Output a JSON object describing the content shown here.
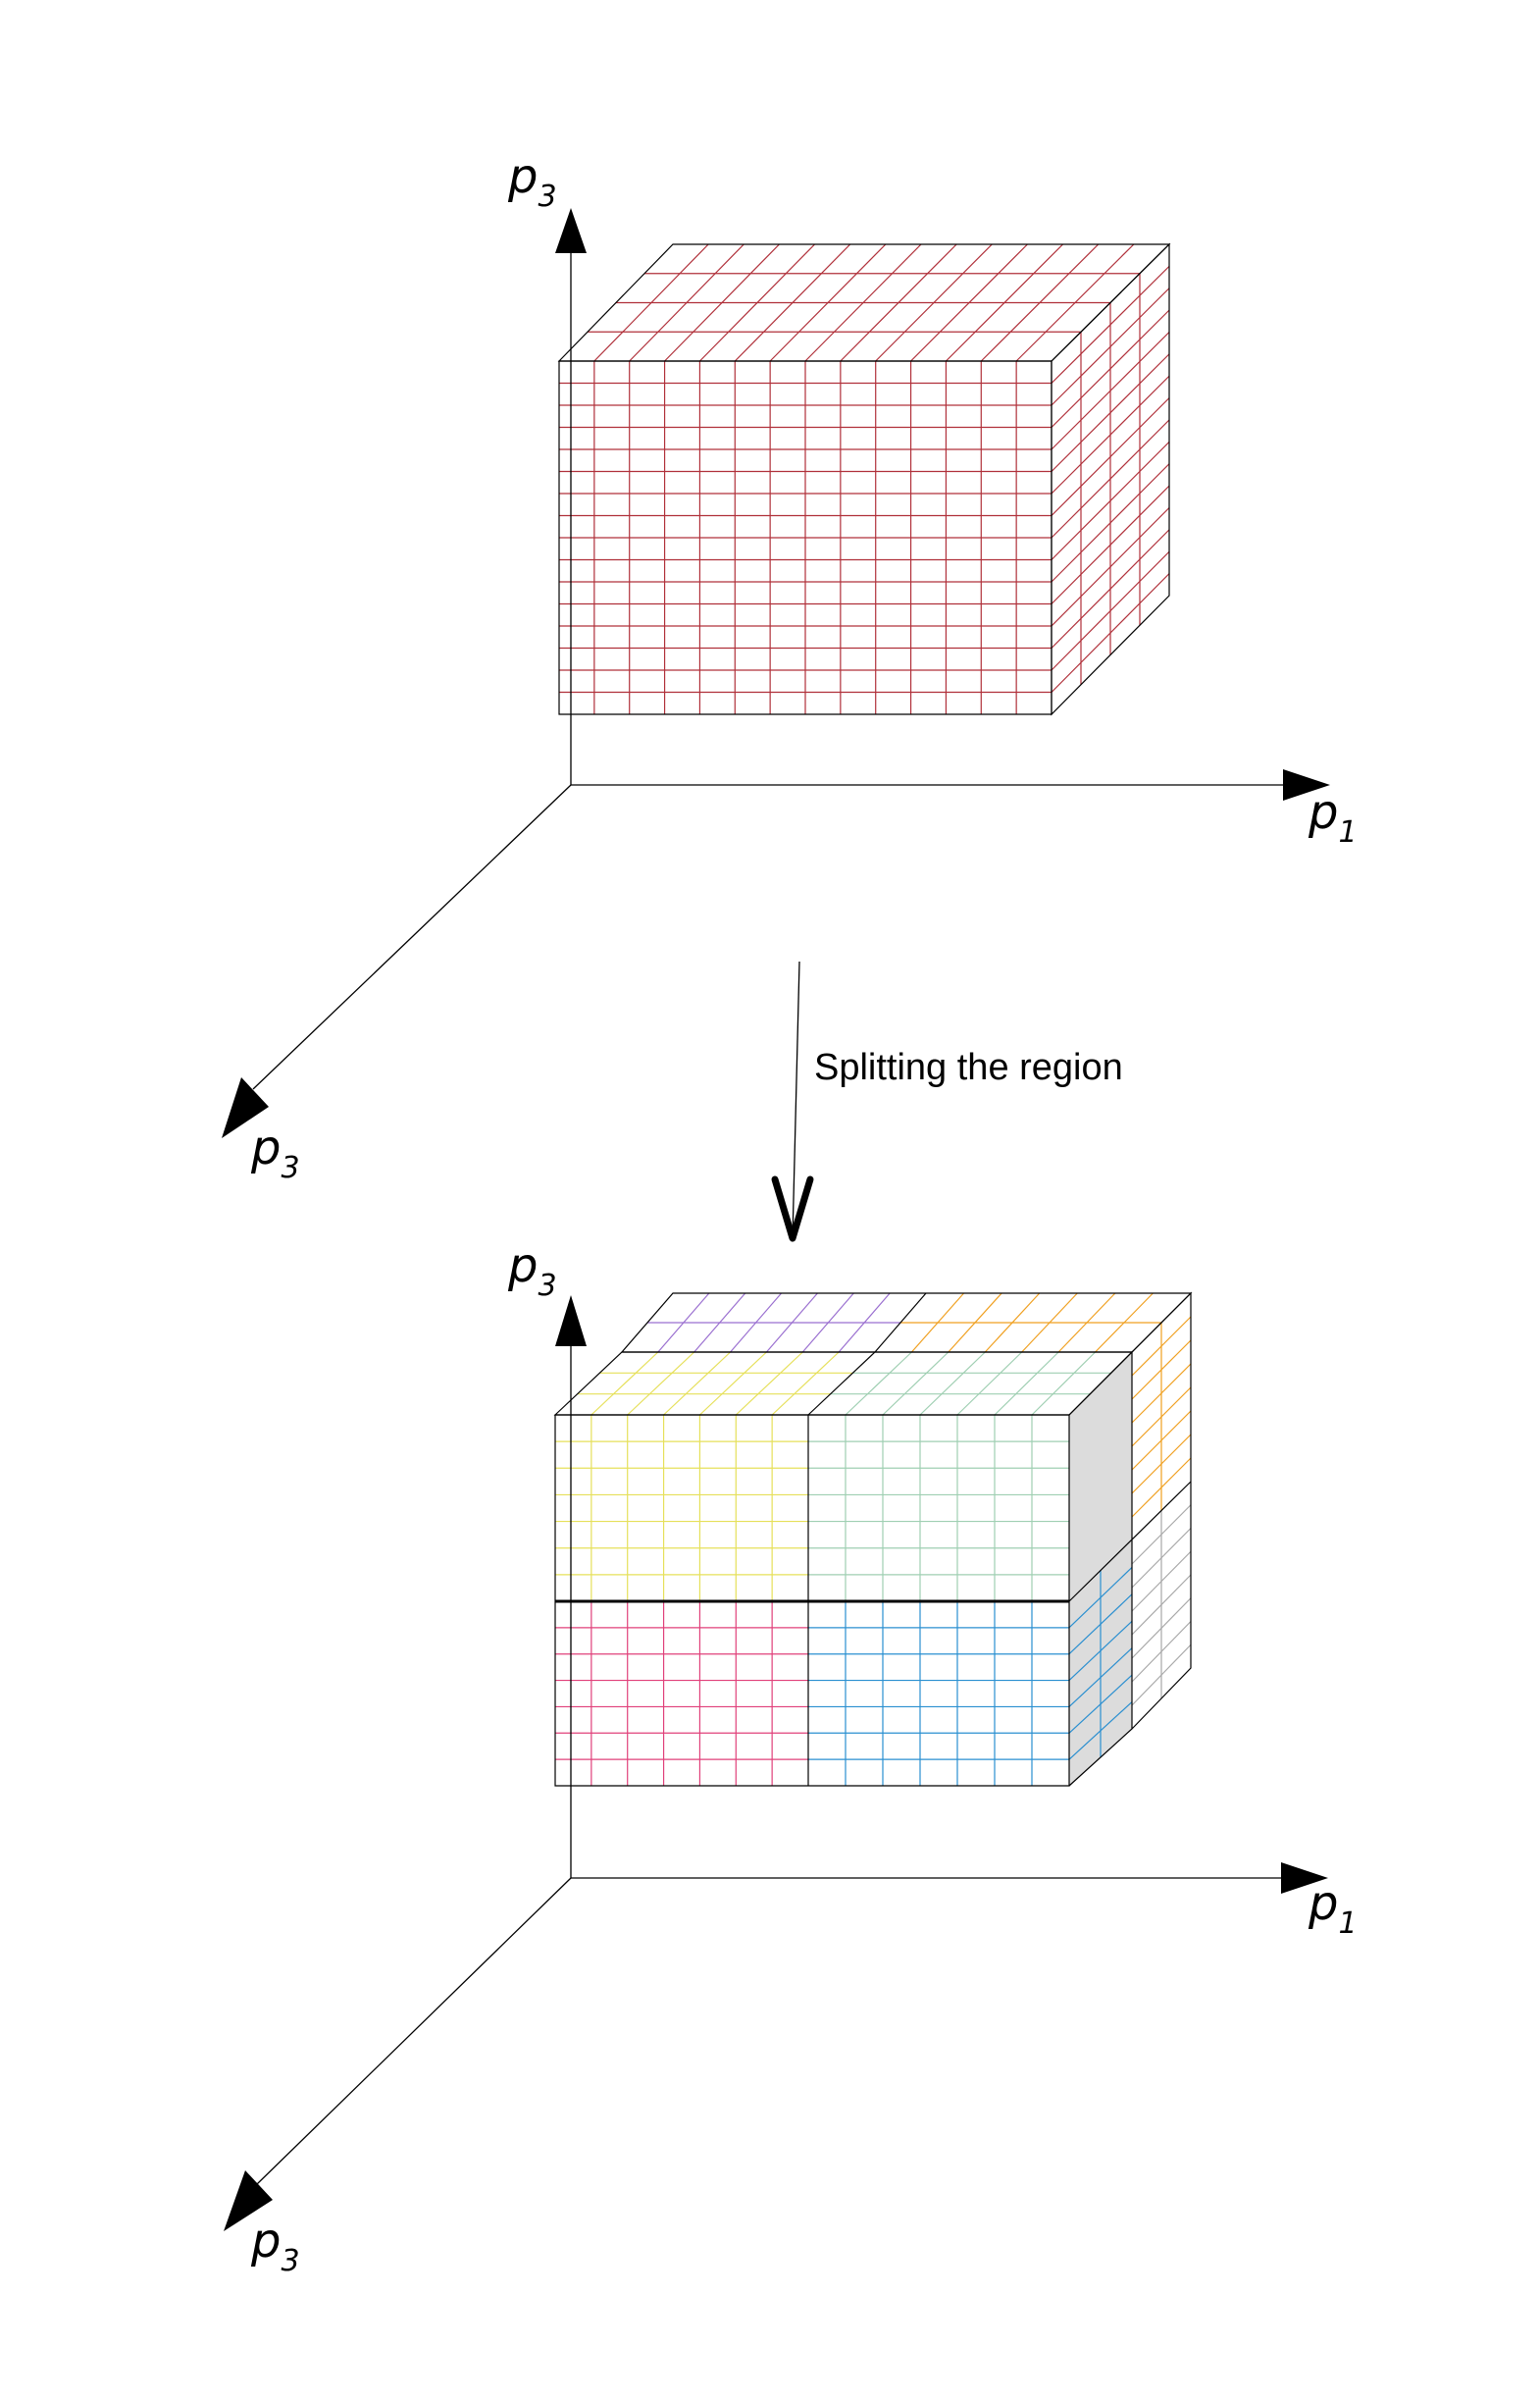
{
  "top_diagram": {
    "axis_labels": {
      "vertical": {
        "base": "p",
        "sub": "3"
      },
      "horizontal": {
        "base": "p",
        "sub": "1"
      },
      "depth": {
        "base": "p",
        "sub": "3"
      }
    },
    "grid_color": "#b0303a"
  },
  "transition": {
    "label": "Splitting the region"
  },
  "bottom_diagram": {
    "axis_labels": {
      "vertical": {
        "base": "p",
        "sub": "3"
      },
      "horizontal": {
        "base": "p",
        "sub": "1"
      },
      "depth": {
        "base": "p",
        "sub": "3"
      }
    },
    "sub_region_colors": {
      "back_left": "#9a6fd0",
      "back_right": "#f0a020",
      "upper_left": "#e6e05a",
      "upper_right": "#9fcfb2",
      "lower_left": "#e0407a",
      "lower_right": "#2a8fd0",
      "lower_back_right": "#a8a8a8",
      "side_shade": "#dcdcdc"
    }
  }
}
